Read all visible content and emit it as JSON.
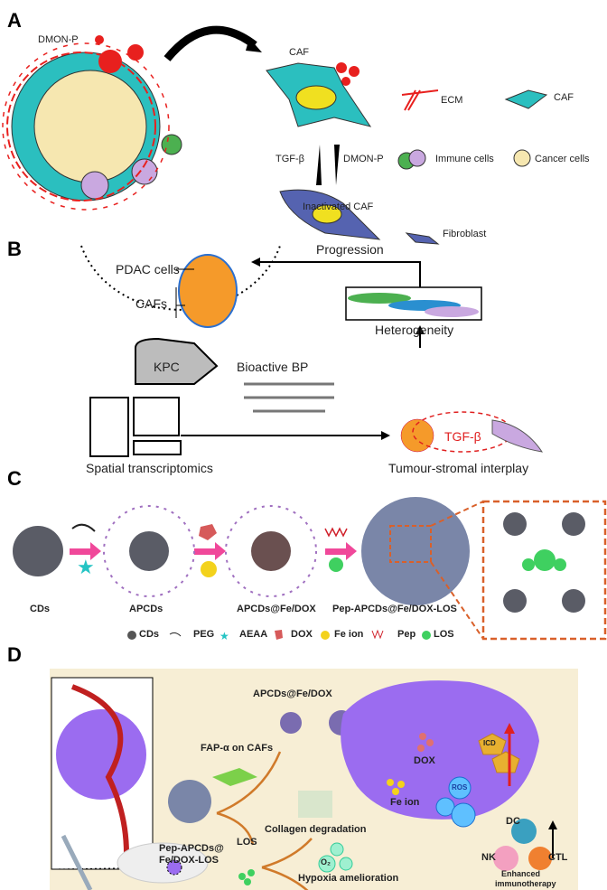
{
  "panelA": {
    "label": "A",
    "dmon_p": "DMON-P",
    "caf": "CAF",
    "tgf": "TGF-β",
    "dmon_p2": "DMON-P",
    "inactivated": "Inactivated CAF",
    "legend": {
      "ecm": "ECM",
      "caf": "CAF",
      "immune": "Immune cells",
      "cancer": "Cancer cells",
      "fibroblast": "Fibroblast"
    }
  },
  "panelB": {
    "label": "B",
    "pdac": "PDAC cells",
    "cafs": "CAFs",
    "progression": "Progression",
    "heterogeneity": "Heterogeneity",
    "kpc": "KPC",
    "bp": "Bioactive BP",
    "tgf": "TGF-β",
    "spatial": "Spatial transcriptomics",
    "interplay": "Tumour-stromal interplay"
  },
  "panelC": {
    "label": "C",
    "steps": [
      "CDs",
      "APCDs",
      "APCDs@Fe/DOX",
      "Pep-APCDs@Fe/DOX-LOS"
    ],
    "legend": [
      "CDs",
      "PEG",
      "AEAA",
      "DOX",
      "Fe ion",
      "Pep",
      "LOS"
    ]
  },
  "panelD": {
    "label": "D",
    "apcds": "APCDs@Fe/DOX",
    "fap": "FAP-α on CAFs",
    "pep1": "Pep-APCDs@",
    "pep2": "Fe/DOX-LOS",
    "collagen": "Collagen  degradation",
    "los": "LOS",
    "hypoxia": "Hypoxia  amelioration",
    "o2": "O₂",
    "dox": "DOX",
    "fe": "Fe ion",
    "ros": "ROS",
    "icd": "ICD",
    "dc": "DC",
    "nk": "NK",
    "ctl": "CTL",
    "enh1": "Enhanced",
    "enh2": "immunotherapy"
  },
  "colors": {
    "ecm": "#e8201e",
    "caf": "#2bbfbf",
    "fibroblast": "#5563b0",
    "nucleus": "#f0e020",
    "cancer": "#f6e7b0",
    "pink_arrow": "#f0489a",
    "orange_dash": "#d9602a",
    "panelD_bg": "#f7eed5",
    "tumor_purple": "#9b6cf0"
  }
}
